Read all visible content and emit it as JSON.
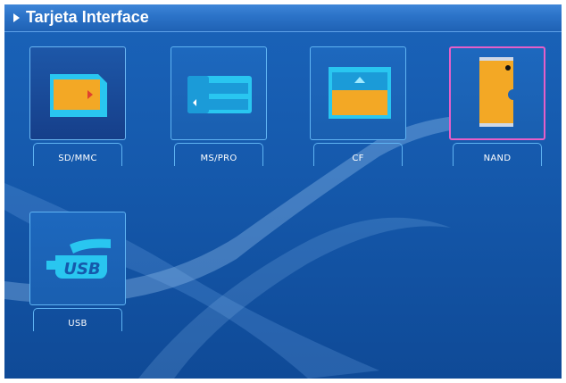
{
  "title": "Tarjeta Interface",
  "icons": [
    {
      "label": "SD/MMC",
      "icon": "sd-card-icon",
      "state": "active"
    },
    {
      "label": "MS/PRO",
      "icon": "memory-stick-icon",
      "state": "normal"
    },
    {
      "label": "CF",
      "icon": "compact-flash-icon",
      "state": "normal"
    },
    {
      "label": "NAND",
      "icon": "nand-chip-icon",
      "state": "selected"
    },
    {
      "label": "USB",
      "icon": "usb-icon",
      "state": "normal",
      "icon_text": "USB"
    }
  ],
  "colors": {
    "background": "#1559ac",
    "tile_border": "#5fb3f2",
    "selected_border": "#e55fc8",
    "card_orange": "#f3a825",
    "accent_cyan": "#29c6f0"
  }
}
